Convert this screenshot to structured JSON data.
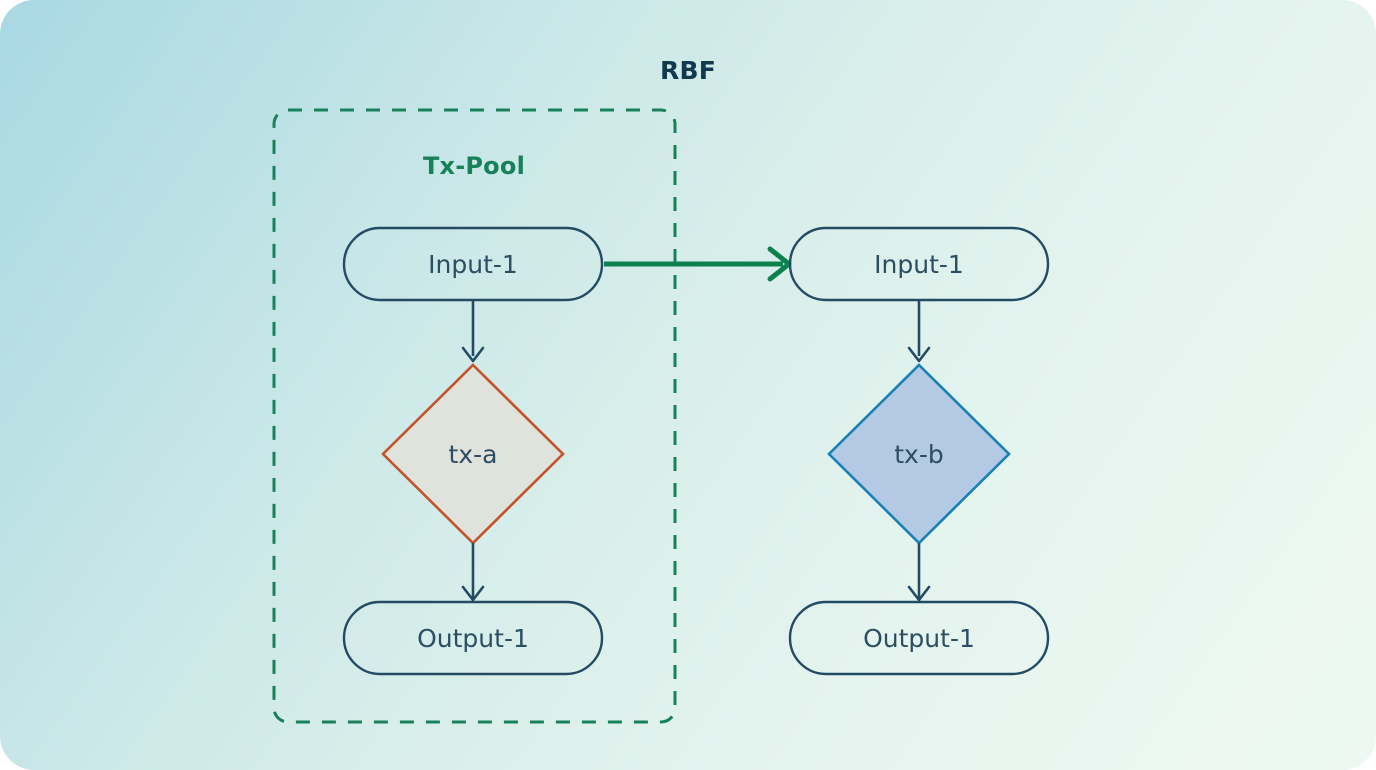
{
  "diagram": {
    "title": "RBF",
    "group": {
      "label": "Tx-Pool",
      "border_style": "dashed",
      "border_color": "#17815a"
    },
    "colors": {
      "background_start": "#a9d8e4",
      "background_end": "#edf8f2",
      "node_stroke": "#234b63",
      "node_text": "#2b4e63",
      "title_text": "#123a4e",
      "group_label": "#17815a",
      "replacement_arrow": "#0d8050",
      "tx_a_fill": "#e0e3dc",
      "tx_a_stroke": "#c4522a",
      "tx_b_fill": "#b4c9e3",
      "tx_b_stroke": "#1781b5",
      "flow_arrow": "#234b63"
    },
    "columns": [
      {
        "name": "original-transaction",
        "in_pool": true,
        "nodes": [
          {
            "id": "input-left",
            "shape": "pill",
            "label": "Input-1"
          },
          {
            "id": "tx-a",
            "shape": "diamond",
            "label": "tx-a"
          },
          {
            "id": "output-left",
            "shape": "pill",
            "label": "Output-1"
          }
        ]
      },
      {
        "name": "replacement-transaction",
        "in_pool": false,
        "nodes": [
          {
            "id": "input-right",
            "shape": "pill",
            "label": "Input-1"
          },
          {
            "id": "tx-b",
            "shape": "diamond",
            "label": "tx-b"
          },
          {
            "id": "output-right",
            "shape": "pill",
            "label": "Output-1"
          }
        ]
      }
    ],
    "edges": [
      {
        "id": "edge-input-left-to-txa",
        "from": "input-left",
        "to": "tx-a",
        "direction": "down",
        "color": "#234b63"
      },
      {
        "id": "edge-txa-to-output-left",
        "from": "tx-a",
        "to": "output-left",
        "direction": "down",
        "color": "#234b63"
      },
      {
        "id": "edge-input-left-to-input-right",
        "from": "input-left",
        "to": "input-right",
        "direction": "right",
        "color": "#0d8050"
      },
      {
        "id": "edge-input-right-to-txb",
        "from": "input-right",
        "to": "tx-b",
        "direction": "down",
        "color": "#234b63"
      },
      {
        "id": "edge-txb-to-output-right",
        "from": "tx-b",
        "to": "output-right",
        "direction": "down",
        "color": "#234b63"
      }
    ]
  }
}
